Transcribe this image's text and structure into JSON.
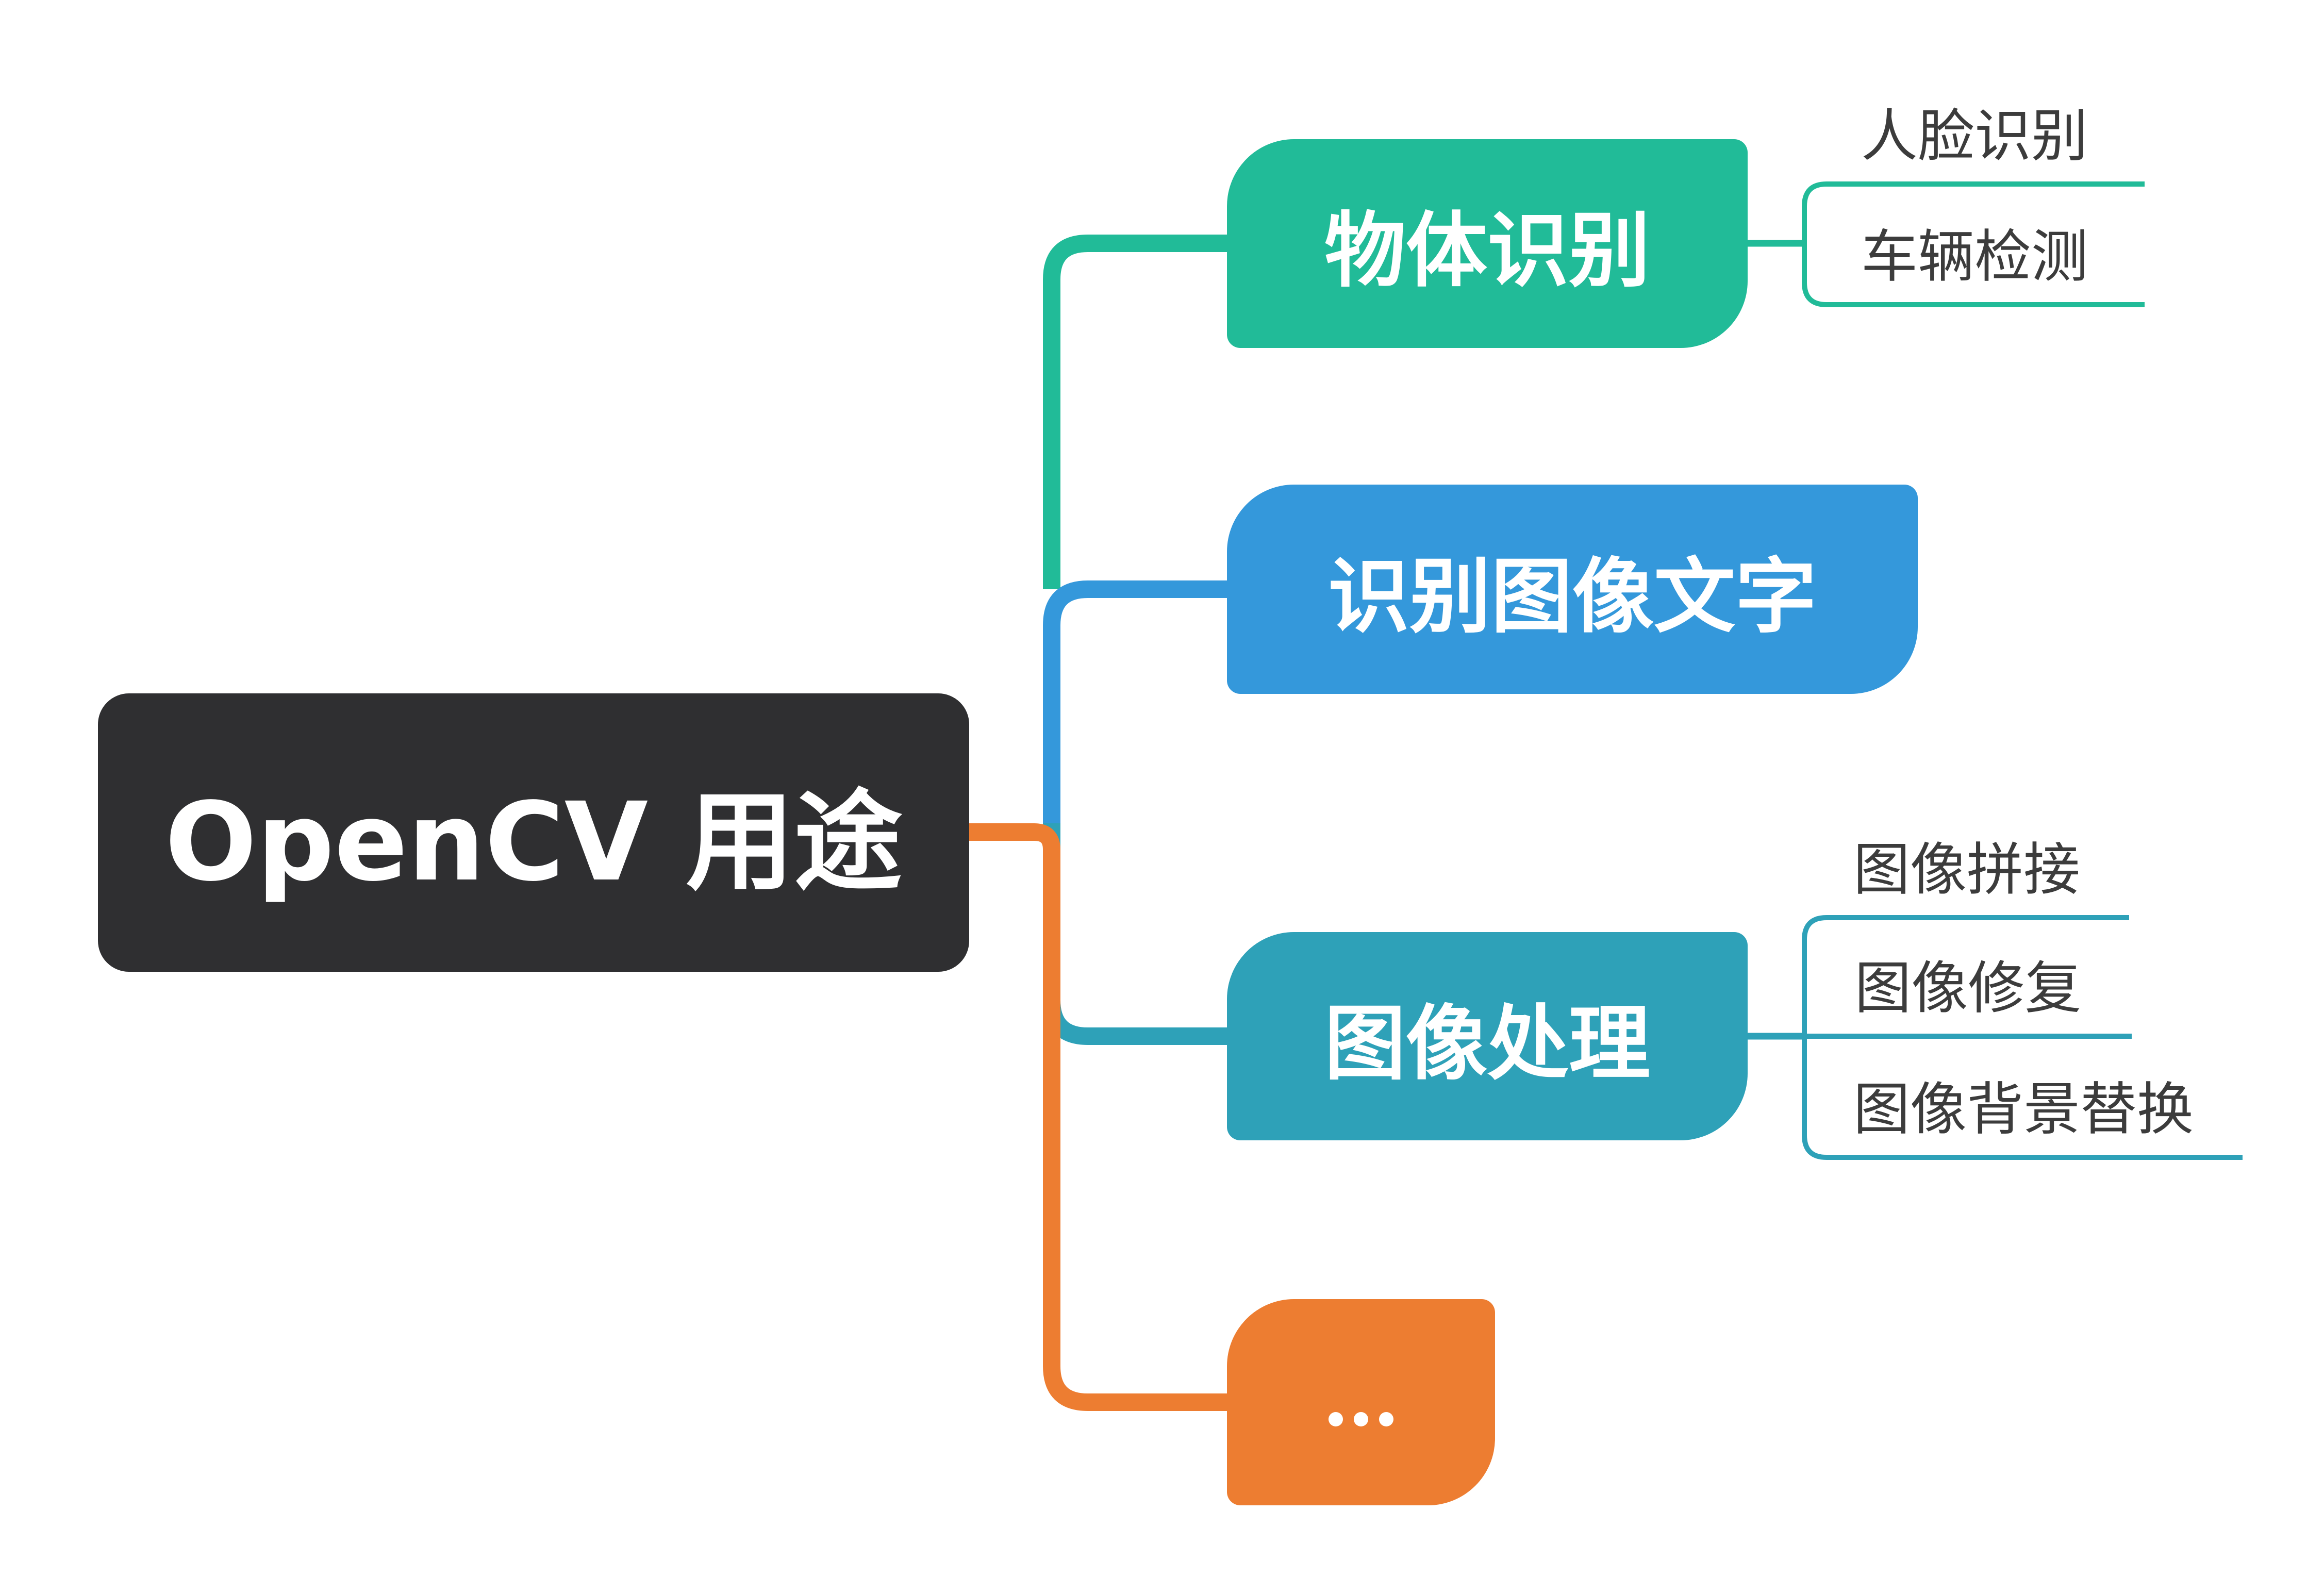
{
  "background": "#FFFFFF",
  "root": {
    "label": "OpenCV 用途",
    "bg": "#2F2F31",
    "text_color": "#FFFFFF"
  },
  "branches": [
    {
      "label": "物体识别",
      "color": "#21BB98",
      "children": [
        {
          "label": "人脸识别"
        },
        {
          "label": "车辆检测"
        }
      ]
    },
    {
      "label": "识别图像文字",
      "color": "#3498DB",
      "children": []
    },
    {
      "label": "图像处理",
      "color": "#2EA1B8",
      "children": [
        {
          "label": "图像拼接"
        },
        {
          "label": "图像修复"
        },
        {
          "label": "图像背景替换"
        }
      ]
    },
    {
      "label": "...",
      "color": "#ED7D31",
      "children": []
    }
  ],
  "child_text_color": "#3C3C3C"
}
